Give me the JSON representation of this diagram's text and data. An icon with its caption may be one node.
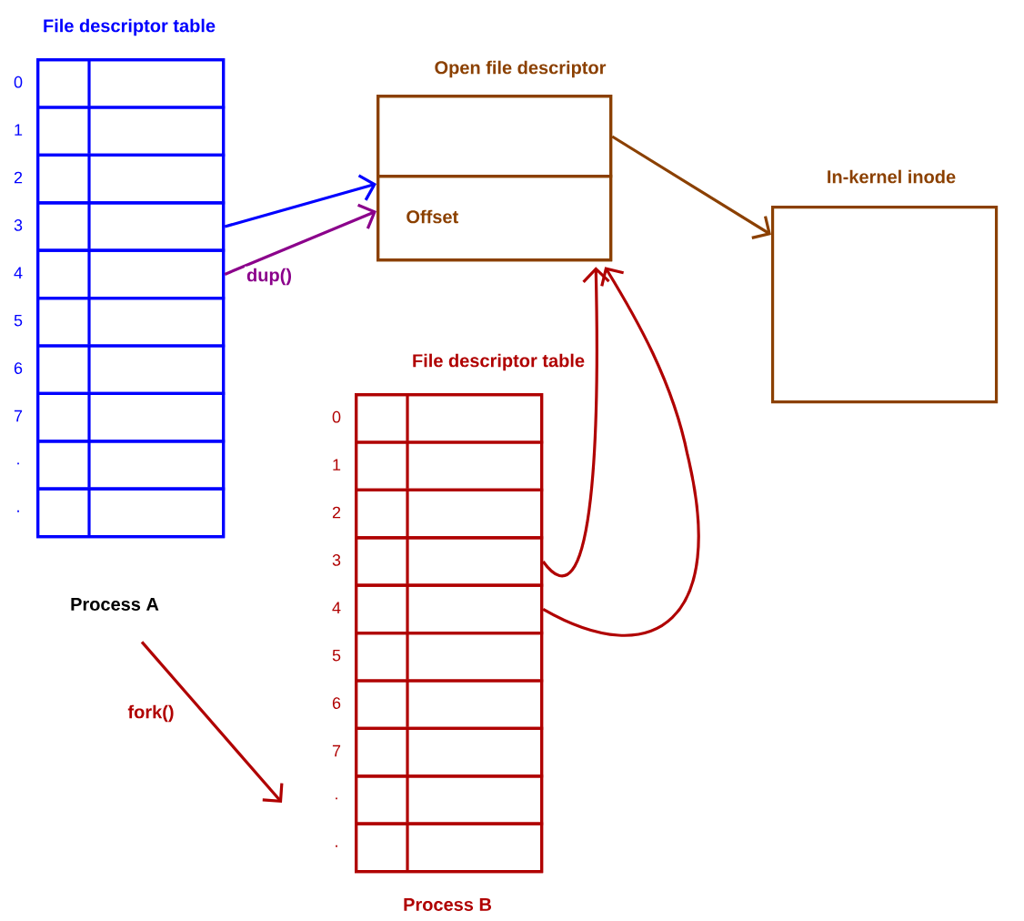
{
  "diagram": {
    "nodes": [
      {
        "text": [
          "File descriptor table"
        ]
      },
      {
        "text": [],
        "shape": "box",
        "in": 0,
        "beside": [
          "0"
        ]
      },
      {
        "text": [],
        "shape": "box",
        "in": 0,
        "beside": [
          "1"
        ]
      },
      {
        "text": [],
        "shape": "box",
        "in": 0,
        "beside": [
          "2"
        ]
      },
      {
        "text": [],
        "shape": "box",
        "in": 0,
        "beside": [
          "3"
        ]
      },
      {
        "text": [],
        "shape": "box",
        "in": 0,
        "beside": [
          "4"
        ]
      },
      {
        "text": [],
        "shape": "box",
        "in": 0,
        "beside": [
          "5"
        ]
      },
      {
        "text": [],
        "shape": "box",
        "in": 0,
        "beside": [
          "6"
        ]
      },
      {
        "text": [],
        "shape": "box",
        "in": 0,
        "beside": [
          "7"
        ]
      },
      {
        "text": [],
        "shape": "box",
        "in": 0,
        "beside": [
          "."
        ]
      },
      {
        "text": [],
        "shape": "box",
        "in": 0,
        "beside": [
          "."
        ]
      },
      {
        "text": [
          "Open file descriptor"
        ]
      },
      {
        "text": [],
        "shape": "box",
        "in": 11
      },
      {
        "text": [
          "Offset"
        ],
        "in": 11
      },
      {
        "text": [
          "In-kernel inode"
        ]
      },
      {
        "text": [
          "File descriptor table",
          "Process B"
        ]
      },
      {
        "text": [],
        "shape": "box",
        "in": 15,
        "beside": [
          "0"
        ]
      },
      {
        "text": [],
        "shape": "box",
        "in": 15,
        "beside": [
          "1"
        ]
      },
      {
        "text": [],
        "shape": "box",
        "in": 15,
        "beside": [
          "2"
        ]
      },
      {
        "text": [],
        "shape": "box",
        "in": 15,
        "beside": [
          "3"
        ]
      },
      {
        "text": [],
        "shape": "box",
        "in": 15,
        "beside": [
          "4"
        ]
      },
      {
        "text": [],
        "shape": "box",
        "in": 15,
        "beside": [
          "5"
        ]
      },
      {
        "text": [],
        "shape": "box",
        "in": 15,
        "beside": [
          "6"
        ]
      },
      {
        "text": [],
        "shape": "box",
        "in": 15,
        "beside": [
          "7"
        ]
      },
      {
        "text": [],
        "shape": "box",
        "in": 15,
        "beside": [
          "."
        ]
      },
      {
        "text": [],
        "shape": "box",
        "in": 15,
        "beside": [
          "."
        ]
      },
      {
        "text": [
          "Process A"
        ]
      }
    ],
    "edges": [
      {
        "from": 4,
        "to": 13,
        "arrow": "to",
        "color": "#0000ff"
      },
      {
        "from": 5,
        "to": 13,
        "arrow": "to",
        "label": "dup()",
        "color": "#8b008b"
      },
      {
        "from": 11,
        "to": 14,
        "arrow": "to",
        "color": "#8b4000"
      },
      {
        "from": 19,
        "to": 13,
        "arrow": "to"
      },
      {
        "from": 20,
        "to": 13,
        "arrow": "to"
      },
      {
        "from": 26,
        "to": null,
        "arrow": "to",
        "label": "fork()"
      }
    ]
  }
}
